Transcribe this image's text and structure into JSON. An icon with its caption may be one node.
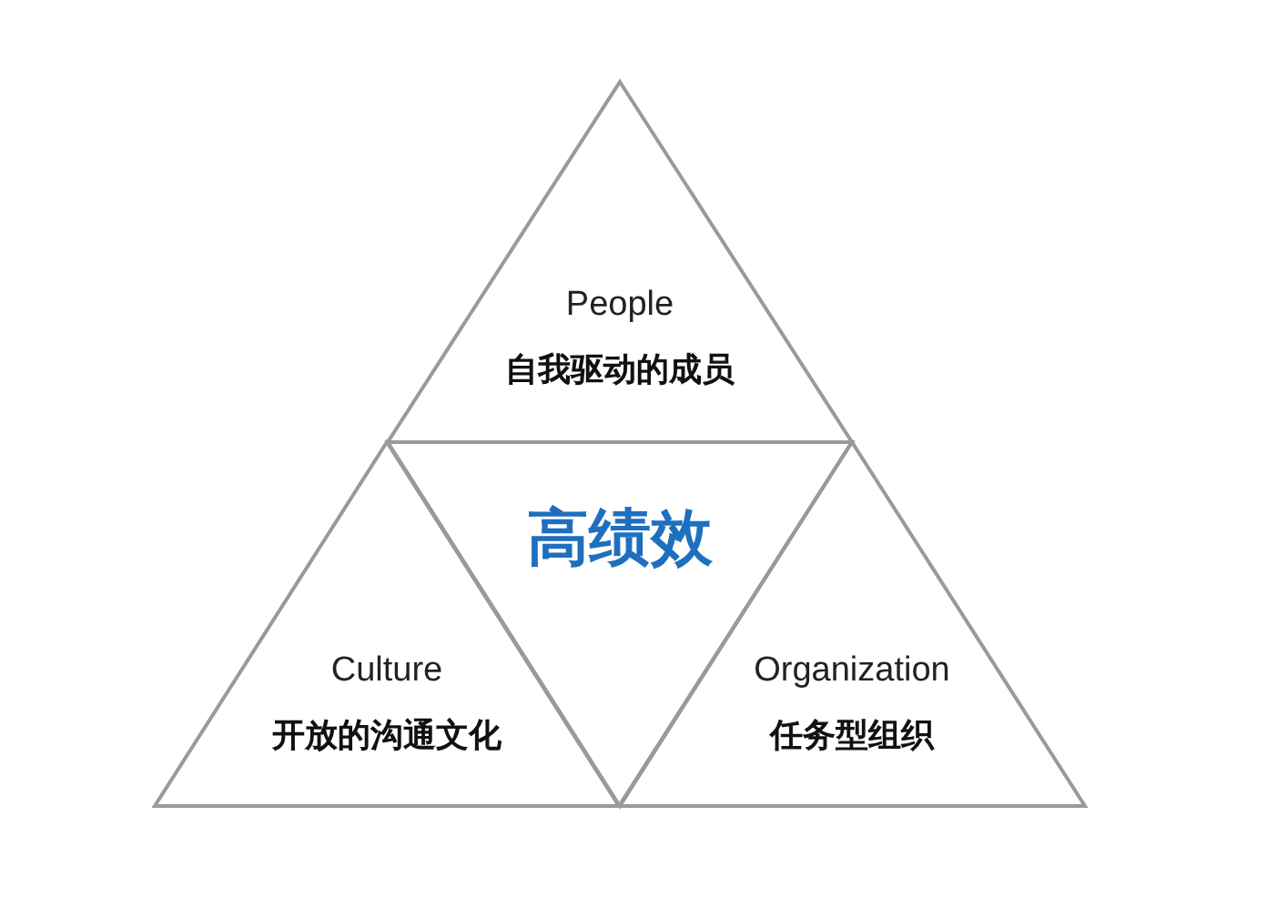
{
  "diagram": {
    "nodes": [
      {
        "text": [
          "People",
          "自我驱动的成员"
        ]
      },
      {
        "text": [
          "高绩效"
        ]
      },
      {
        "text": [
          "Culture",
          "开放的沟通文化"
        ]
      },
      {
        "text": [
          "Organization",
          "任务型组织"
        ]
      }
    ]
  }
}
